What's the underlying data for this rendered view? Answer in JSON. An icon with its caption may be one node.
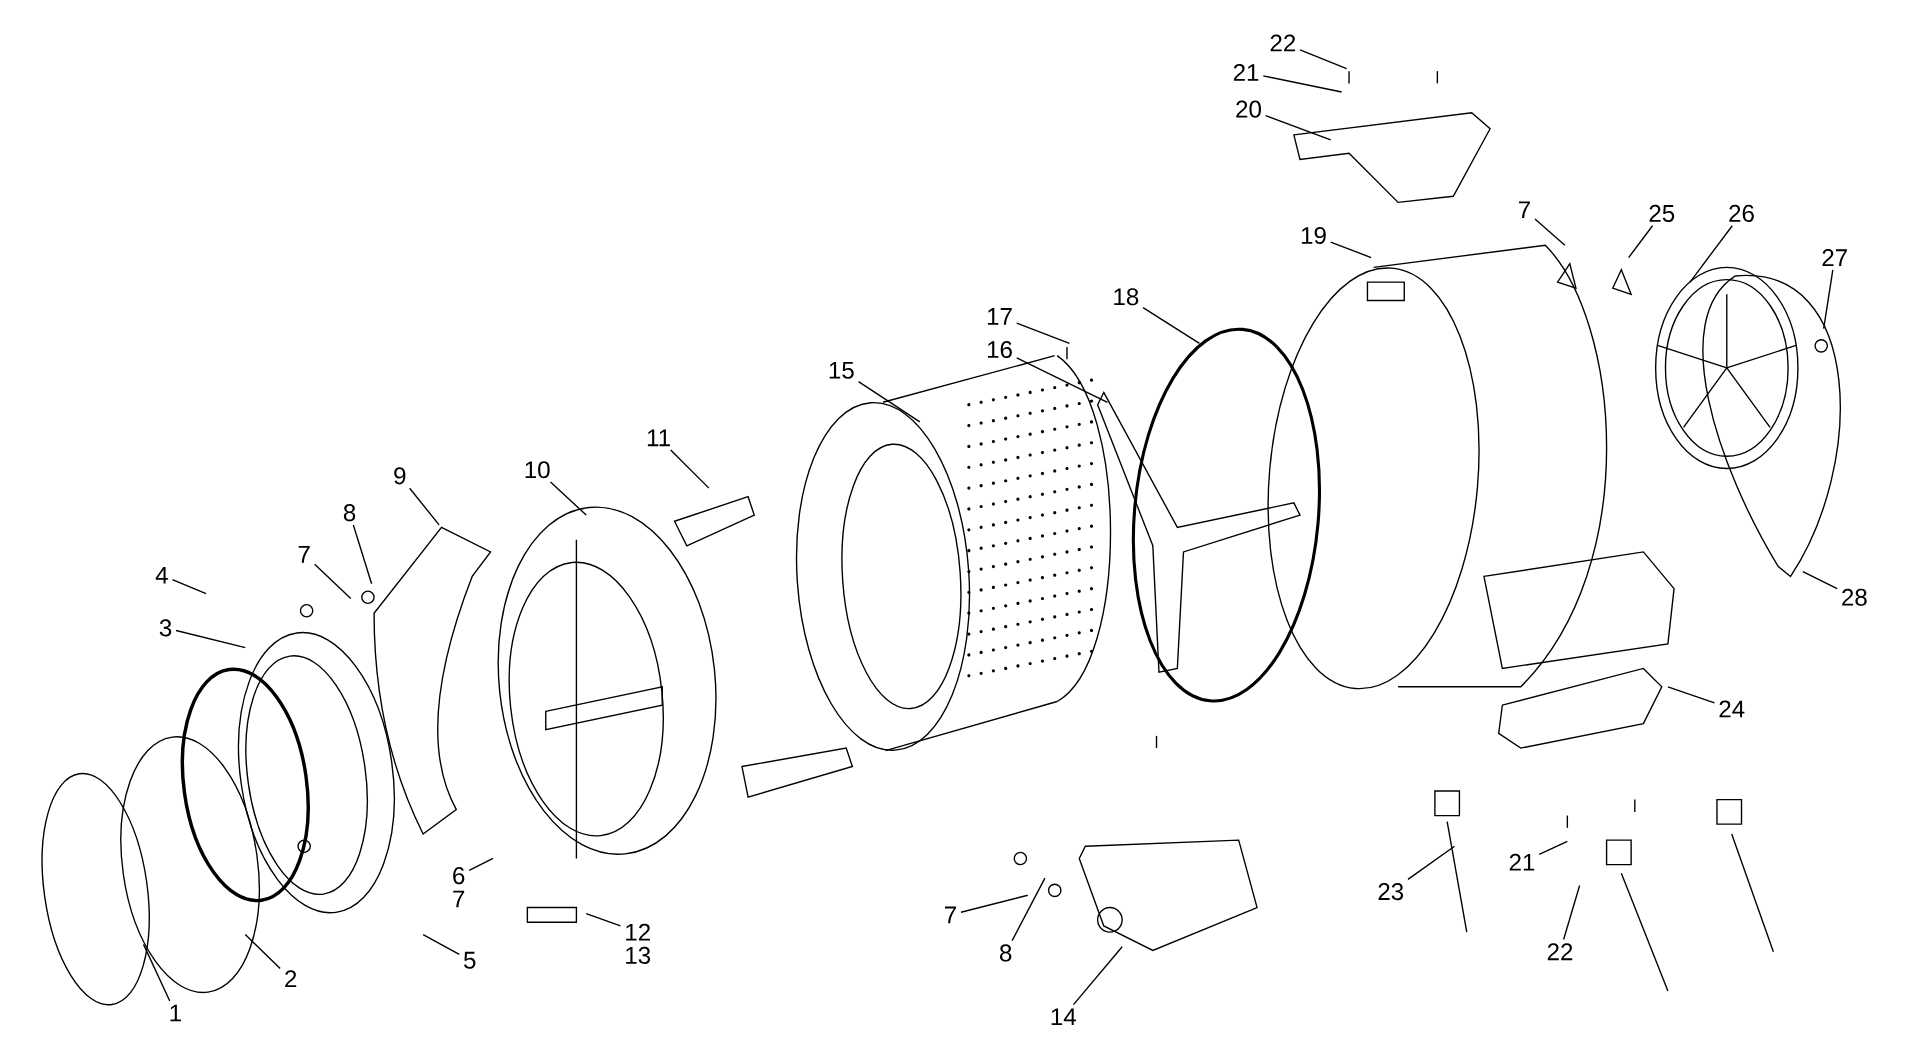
{
  "diagram": {
    "nodes": [
      {
        "text": [
          "1"
        ]
      },
      {
        "text": [
          "2"
        ]
      },
      {
        "text": [
          "3"
        ]
      },
      {
        "text": [
          "4"
        ]
      },
      {
        "text": [
          "5"
        ]
      },
      {
        "text": [
          "6"
        ]
      },
      {
        "text": [
          "7"
        ]
      },
      {
        "text": [
          "8"
        ]
      },
      {
        "text": [
          "9"
        ]
      },
      {
        "text": [
          "10"
        ]
      },
      {
        "text": [
          "11"
        ]
      },
      {
        "text": [
          "12"
        ]
      },
      {
        "text": [
          "14"
        ]
      },
      {
        "text": [
          "15"
        ]
      },
      {
        "text": [
          "16"
        ]
      },
      {
        "text": [
          "17"
        ]
      },
      {
        "text": [
          "18"
        ]
      },
      {
        "text": [
          "19"
        ]
      },
      {
        "text": [
          "20"
        ]
      },
      {
        "text": [
          "21"
        ]
      },
      {
        "text": [
          "22"
        ]
      },
      {
        "text": [
          "7"
        ]
      },
      {
        "text": [
          "25"
        ]
      },
      {
        "text": [
          "26"
        ]
      },
      {
        "text": [
          "27"
        ]
      },
      {
        "text": [
          "28"
        ]
      },
      {
        "text": [
          "24"
        ]
      },
      {
        "text": [
          "23"
        ]
      },
      {
        "text": [
          "21"
        ]
      },
      {
        "text": [
          "22"
        ]
      },
      {
        "text": [
          "7"
        ]
      },
      {
        "text": [
          "8"
        ]
      }
    ],
    "edges": [
      {
        "from": 0,
        "to": null,
        "arrow": "none"
      },
      {
        "from": 1,
        "to": null,
        "arrow": "none"
      },
      {
        "from": 2,
        "to": null,
        "arrow": "none"
      },
      {
        "from": 3,
        "to": null,
        "arrow": "none"
      },
      {
        "from": 4,
        "to": null,
        "arrow": "none"
      },
      {
        "from": 5,
        "to": null,
        "arrow": "none"
      },
      {
        "from": 6,
        "to": null,
        "arrow": "none"
      },
      {
        "from": 7,
        "to": null,
        "arrow": "none"
      },
      {
        "from": 8,
        "to": null,
        "arrow": "none"
      },
      {
        "from": 9,
        "to": null,
        "arrow": "none"
      },
      {
        "from": 10,
        "to": null,
        "arrow": "none"
      },
      {
        "from": 11,
        "to": null,
        "arrow": "none"
      },
      {
        "from": 12,
        "to": null,
        "arrow": "none"
      },
      {
        "from": 13,
        "to": null,
        "arrow": "none"
      },
      {
        "from": 14,
        "to": null,
        "arrow": "none"
      },
      {
        "from": 15,
        "to": null,
        "arrow": "none"
      },
      {
        "from": 16,
        "to": null,
        "arrow": "none"
      },
      {
        "from": 17,
        "to": null,
        "arrow": "none"
      },
      {
        "from": 18,
        "to": null,
        "arrow": "none"
      },
      {
        "from": 19,
        "to": null,
        "arrow": "none"
      },
      {
        "from": 20,
        "to": null,
        "arrow": "none"
      },
      {
        "from": 21,
        "to": null,
        "arrow": "none"
      },
      {
        "from": 22,
        "to": null,
        "arrow": "none"
      },
      {
        "from": 23,
        "to": null,
        "arrow": "none"
      },
      {
        "from": 24,
        "to": null,
        "arrow": "none"
      },
      {
        "from": 25,
        "to": null,
        "arrow": "none"
      },
      {
        "from": 26,
        "to": null,
        "arrow": "none"
      },
      {
        "from": 27,
        "to": null,
        "arrow": "none"
      },
      {
        "from": 28,
        "to": null,
        "arrow": "none"
      },
      {
        "from": 29,
        "to": null,
        "arrow": "none"
      },
      {
        "from": 30,
        "to": null,
        "arrow": "none"
      },
      {
        "from": 31,
        "to": null,
        "arrow": "none"
      }
    ],
    "labels": [
      "7",
      "13"
    ]
  }
}
